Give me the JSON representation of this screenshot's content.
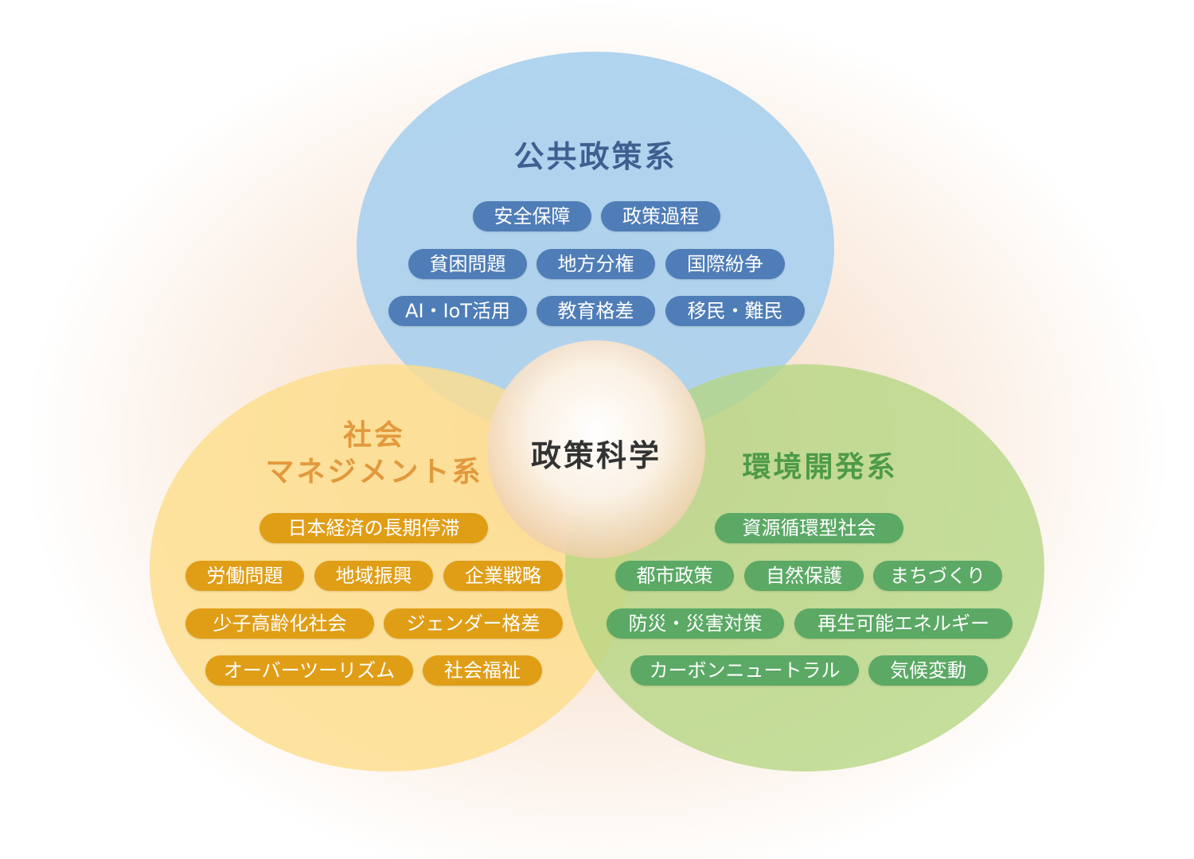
{
  "center": {
    "label": "政策科学"
  },
  "groups": {
    "public_policy": {
      "title": "公共政策系",
      "color": "#4f7db7",
      "tags": [
        "安全保障",
        "政策過程",
        "貧困問題",
        "地方分権",
        "国際紛争",
        "AI・IoT活用",
        "教育格差",
        "移民・難民"
      ]
    },
    "social_management": {
      "title_line1": "社会",
      "title_line2": "マネジメント系",
      "color": "#e09e17",
      "tags": [
        "日本経済の長期停滞",
        "労働問題",
        "地域振興",
        "企業戦略",
        "少子高齢化社会",
        "ジェンダー格差",
        "オーバーツーリズム",
        "社会福祉"
      ]
    },
    "environment": {
      "title": "環境開発系",
      "color": "#5ba965",
      "tags": [
        "資源循環型社会",
        "都市政策",
        "自然保護",
        "まちづくり",
        "防災・災害対策",
        "再生可能エネルギー",
        "カーボンニュートラル",
        "気候変動"
      ]
    }
  }
}
